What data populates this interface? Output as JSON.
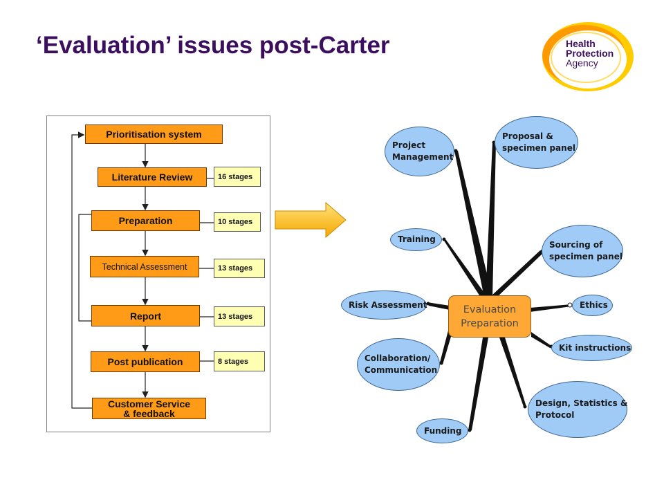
{
  "slide": {
    "title": "‘Evaluation’ issues post-Carter"
  },
  "logo": {
    "line1": "Health",
    "line2": "Protection",
    "line3": "Agency"
  },
  "flowchart": {
    "steps": [
      {
        "label": "Prioritisation system"
      },
      {
        "label": "Literature Review",
        "stages": "16 stages"
      },
      {
        "label": "Preparation",
        "stages": "10 stages"
      },
      {
        "label": "Technical Assessment",
        "stages": "13 stages"
      },
      {
        "label": "Report",
        "stages": "13 stages"
      },
      {
        "label": "Post publication",
        "stages": "8 stages"
      },
      {
        "label_line1": "Customer Service",
        "label_line2": "& feedback"
      }
    ]
  },
  "mindmap": {
    "center": {
      "line1": "Evaluation",
      "line2": "Preparation"
    },
    "nodes": {
      "project_management": {
        "line1": "Project",
        "line2": "Management"
      },
      "proposal": {
        "line1": "Proposal &",
        "line2": "specimen panel"
      },
      "training": {
        "line1": "Training"
      },
      "sourcing": {
        "line1": "Sourcing of",
        "line2": "specimen panel"
      },
      "risk": {
        "line1": "Risk Assessment"
      },
      "ethics": {
        "line1": "Ethics"
      },
      "collaboration": {
        "line1": "Collaboration/",
        "line2": "Communication"
      },
      "kit": {
        "line1": "Kit instructions"
      },
      "design": {
        "line1": "Design, Statistics &",
        "line2": "Protocol"
      },
      "funding": {
        "line1": "Funding"
      }
    }
  },
  "colors": {
    "title": "#3b0f5e",
    "flow_box": "#ff9b17",
    "stage_box": "#ffffb4",
    "node": "#9fcbf6",
    "center_node": "#ffa836"
  }
}
